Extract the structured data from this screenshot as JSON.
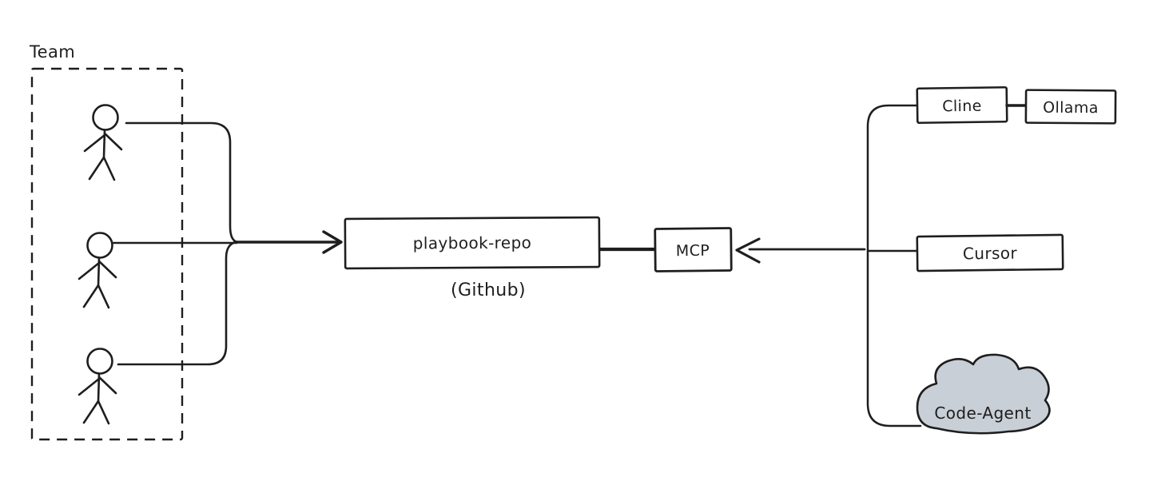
{
  "diagram": {
    "background": "#ffffff",
    "stroke_color": "#1e1e1e",
    "team": {
      "label": "Team"
    },
    "repo": {
      "label": "playbook-repo",
      "sublabel": "(Github)"
    },
    "mcp": {
      "label": "MCP"
    },
    "clients": {
      "cline": {
        "label": "Cline"
      },
      "ollama": {
        "label": "Ollama"
      },
      "cursor": {
        "label": "Cursor"
      },
      "code_agent": {
        "label": "Code-Agent",
        "fill": "#c9cfd6"
      }
    }
  }
}
